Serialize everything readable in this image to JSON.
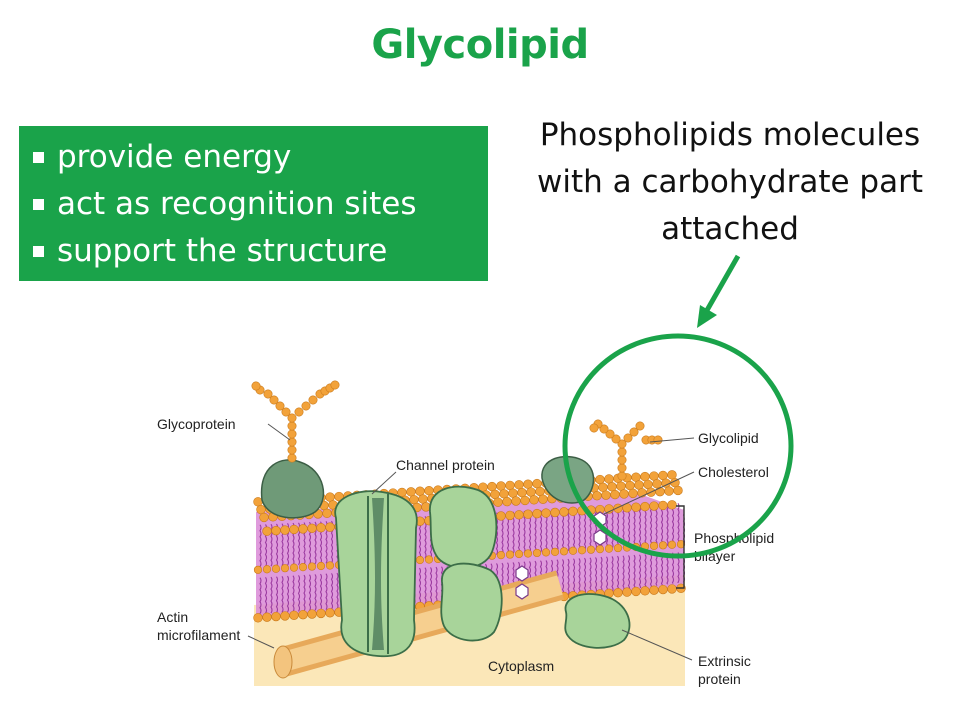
{
  "title": "Glycolipid",
  "functions": [
    "provide energy",
    "act as recognition sites",
    "support the structure"
  ],
  "caption": [
    "Phospholipids molecules",
    "with a carbohydrate part",
    "attached"
  ],
  "diagram_labels": {
    "glycoprotein": "Glycoprotein",
    "channel_protein": "Channel protein",
    "glycolipid": "Glycolipid",
    "cholesterol": "Cholesterol",
    "phospholipid_bilayer": [
      "Phospholipid",
      "bilayer"
    ],
    "actin": [
      "Actin",
      "microfilament"
    ],
    "cytoplasm": "Cytoplasm",
    "extrinsic_protein": [
      "Extrinsic",
      "protein"
    ]
  },
  "colors": {
    "accent_green": "#1aa34a",
    "head_orange": "#f2a23a",
    "tail_purple": "#9b3aa0",
    "protein_green": "#a8d49a",
    "cytoplasm": "#fbe7b8"
  }
}
